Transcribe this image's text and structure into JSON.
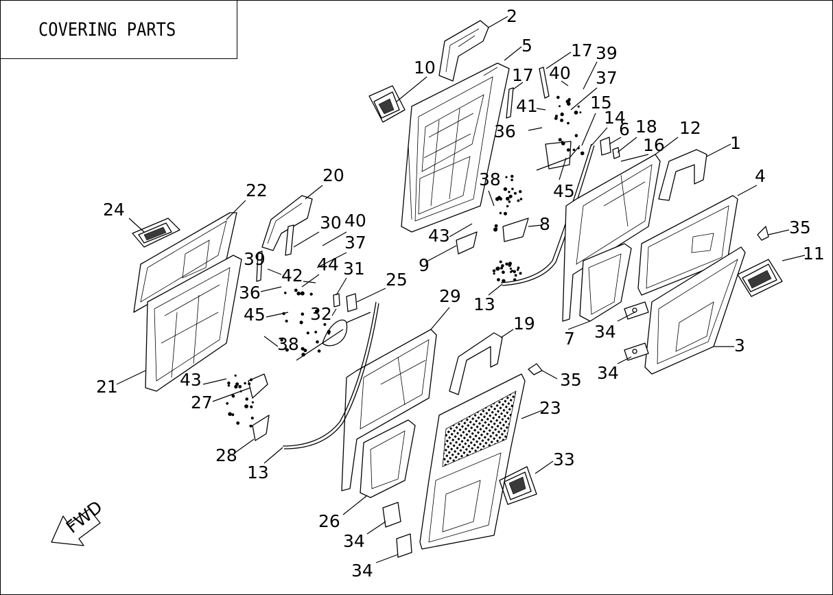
{
  "title": "COVERING PARTS",
  "fwd_label": "FWD",
  "callouts": [
    {
      "id": "c-2",
      "text": "2"
    },
    {
      "id": "c-5",
      "text": "5"
    },
    {
      "id": "c-10",
      "text": "10"
    },
    {
      "id": "c-17a",
      "text": "17"
    },
    {
      "id": "c-17b",
      "text": "17"
    },
    {
      "id": "c-39a",
      "text": "39"
    },
    {
      "id": "c-40a",
      "text": "40"
    },
    {
      "id": "c-37a",
      "text": "37"
    },
    {
      "id": "c-41",
      "text": "41"
    },
    {
      "id": "c-15",
      "text": "15"
    },
    {
      "id": "c-14",
      "text": "14"
    },
    {
      "id": "c-6",
      "text": "6"
    },
    {
      "id": "c-18",
      "text": "18"
    },
    {
      "id": "c-12",
      "text": "12"
    },
    {
      "id": "c-16",
      "text": "16"
    },
    {
      "id": "c-1",
      "text": "1"
    },
    {
      "id": "c-36a",
      "text": "36"
    },
    {
      "id": "c-45a",
      "text": "45"
    },
    {
      "id": "c-4",
      "text": "4"
    },
    {
      "id": "c-38a",
      "text": "38"
    },
    {
      "id": "c-8",
      "text": "8"
    },
    {
      "id": "c-43a",
      "text": "43"
    },
    {
      "id": "c-9",
      "text": "9"
    },
    {
      "id": "c-35a",
      "text": "35"
    },
    {
      "id": "c-11",
      "text": "11"
    },
    {
      "id": "c-13a",
      "text": "13"
    },
    {
      "id": "c-7",
      "text": "7"
    },
    {
      "id": "c-34a",
      "text": "34"
    },
    {
      "id": "c-3",
      "text": "3"
    },
    {
      "id": "c-34b",
      "text": "34"
    },
    {
      "id": "c-22",
      "text": "22"
    },
    {
      "id": "c-20",
      "text": "20"
    },
    {
      "id": "c-24",
      "text": "24"
    },
    {
      "id": "c-30",
      "text": "30"
    },
    {
      "id": "c-40b",
      "text": "40"
    },
    {
      "id": "c-37b",
      "text": "37"
    },
    {
      "id": "c-39b",
      "text": "39"
    },
    {
      "id": "c-44",
      "text": "44"
    },
    {
      "id": "c-42",
      "text": "42"
    },
    {
      "id": "c-31",
      "text": "31"
    },
    {
      "id": "c-36b",
      "text": "36"
    },
    {
      "id": "c-25",
      "text": "25"
    },
    {
      "id": "c-45b",
      "text": "45"
    },
    {
      "id": "c-32",
      "text": "32"
    },
    {
      "id": "c-29",
      "text": "29"
    },
    {
      "id": "c-38b",
      "text": "38"
    },
    {
      "id": "c-19",
      "text": "19"
    },
    {
      "id": "c-21",
      "text": "21"
    },
    {
      "id": "c-43b",
      "text": "43"
    },
    {
      "id": "c-27",
      "text": "27"
    },
    {
      "id": "c-35b",
      "text": "35"
    },
    {
      "id": "c-23",
      "text": "23"
    },
    {
      "id": "c-28",
      "text": "28"
    },
    {
      "id": "c-13b",
      "text": "13"
    },
    {
      "id": "c-33",
      "text": "33"
    },
    {
      "id": "c-26",
      "text": "26"
    },
    {
      "id": "c-34c",
      "text": "34"
    },
    {
      "id": "c-34d",
      "text": "34"
    }
  ]
}
